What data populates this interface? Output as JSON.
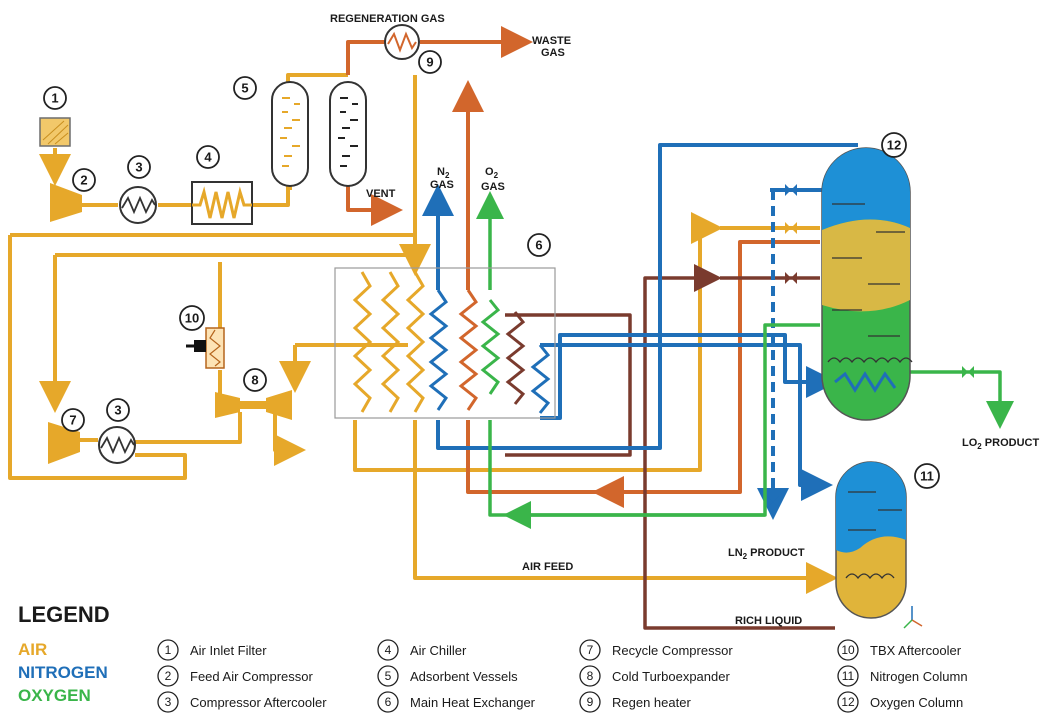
{
  "labels": {
    "regeneration_gas": "REGENERATION GAS",
    "waste_gas_1": "WASTE",
    "waste_gas_2": "GAS",
    "vent": "VENT",
    "n2_gas_1": "N",
    "n2_gas_sub": "2",
    "n2_gas_2": "GAS",
    "o2_gas_1": "O",
    "o2_gas_sub": "2",
    "o2_gas_2": "GAS",
    "lo2_product": "LO",
    "lo2_sub": "2",
    "lo2_product_2": " PRODUCT",
    "ln2_product": "LN",
    "ln2_sub": "2",
    "ln2_product_2": " PRODUCT",
    "air_feed": "AIR FEED",
    "rich_liquid": "RICH LIQUID"
  },
  "markers": {
    "m1": "1",
    "m2": "2",
    "m3": "3",
    "m3b": "3",
    "m4": "4",
    "m5": "5",
    "m6": "6",
    "m7": "7",
    "m8": "8",
    "m9": "9",
    "m10": "10",
    "m11": "11",
    "m12": "12"
  },
  "legend": {
    "title": "LEGEND",
    "streams": [
      {
        "name": "AIR",
        "color": "#e6a82a"
      },
      {
        "name": "NITROGEN",
        "color": "#1f6fb8"
      },
      {
        "name": "OXYGEN",
        "color": "#3ab54a"
      }
    ],
    "items": [
      {
        "num": "1",
        "label": "Air Inlet Filter"
      },
      {
        "num": "2",
        "label": "Feed Air Compressor"
      },
      {
        "num": "3",
        "label": "Compressor Aftercooler"
      },
      {
        "num": "4",
        "label": "Air Chiller"
      },
      {
        "num": "5",
        "label": "Adsorbent Vessels"
      },
      {
        "num": "6",
        "label": "Main Heat Exchanger"
      },
      {
        "num": "7",
        "label": "Recycle Compressor"
      },
      {
        "num": "8",
        "label": "Cold Turboexpander"
      },
      {
        "num": "9",
        "label": "Regen heater"
      },
      {
        "num": "10",
        "label": "TBX Aftercooler"
      },
      {
        "num": "11",
        "label": "Nitrogen Column"
      },
      {
        "num": "12",
        "label": "Oxygen Column"
      }
    ]
  },
  "colors": {
    "air": "#e6a82a",
    "nitrogen": "#1f6fb8",
    "oxygen": "#3ab54a",
    "waste": "#d2662c",
    "rich_liquid": "#7a3b2e"
  }
}
